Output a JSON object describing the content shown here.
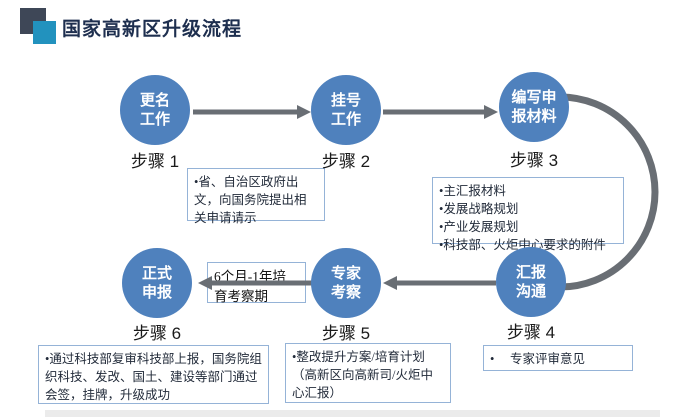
{
  "title": "国家高新区升级流程",
  "colors": {
    "circle_fill": "#4F81BD",
    "arrow_gray": "#696E74",
    "box_border": "#95B3D7",
    "title_text": "#1E2F4F",
    "icon_dark_square": "#3E4757",
    "icon_teal_square": "#2292BE"
  },
  "steps": [
    {
      "circle_line1": "更名",
      "circle_line2": "工作",
      "label": "步骤 1"
    },
    {
      "circle_line1": "挂号",
      "circle_line2": "工作",
      "label": "步骤 2"
    },
    {
      "circle_line1": "编写申",
      "circle_line2": "报材料",
      "label": "步骤 3"
    },
    {
      "circle_line1": "汇报",
      "circle_line2": "沟通",
      "label": "步骤 4"
    },
    {
      "circle_line1": "专家",
      "circle_line2": "考察",
      "label": "步骤 5"
    },
    {
      "circle_line1": "正式",
      "circle_line2": "申报",
      "label": "步骤 6"
    }
  ],
  "notes": {
    "step2_box": "•省、自治区政府出文，向国务院提出相关申请请示",
    "step3_box": "•主汇报材料\n•发展战略规划\n•产业发展规划\n•科技部、火炬中心要求的附件",
    "duration_box": "6个月-1年培育考察期",
    "step6_box": "•通过科技部复审科技部上报，国务院组织科技、发改、国土、建设等部门通过会签，挂牌，升级成功",
    "step5_box": "•整改提升方案/培育计划（高新区向高新司/火炬中心汇报）",
    "step4_box": "•　 专家评审意见"
  }
}
